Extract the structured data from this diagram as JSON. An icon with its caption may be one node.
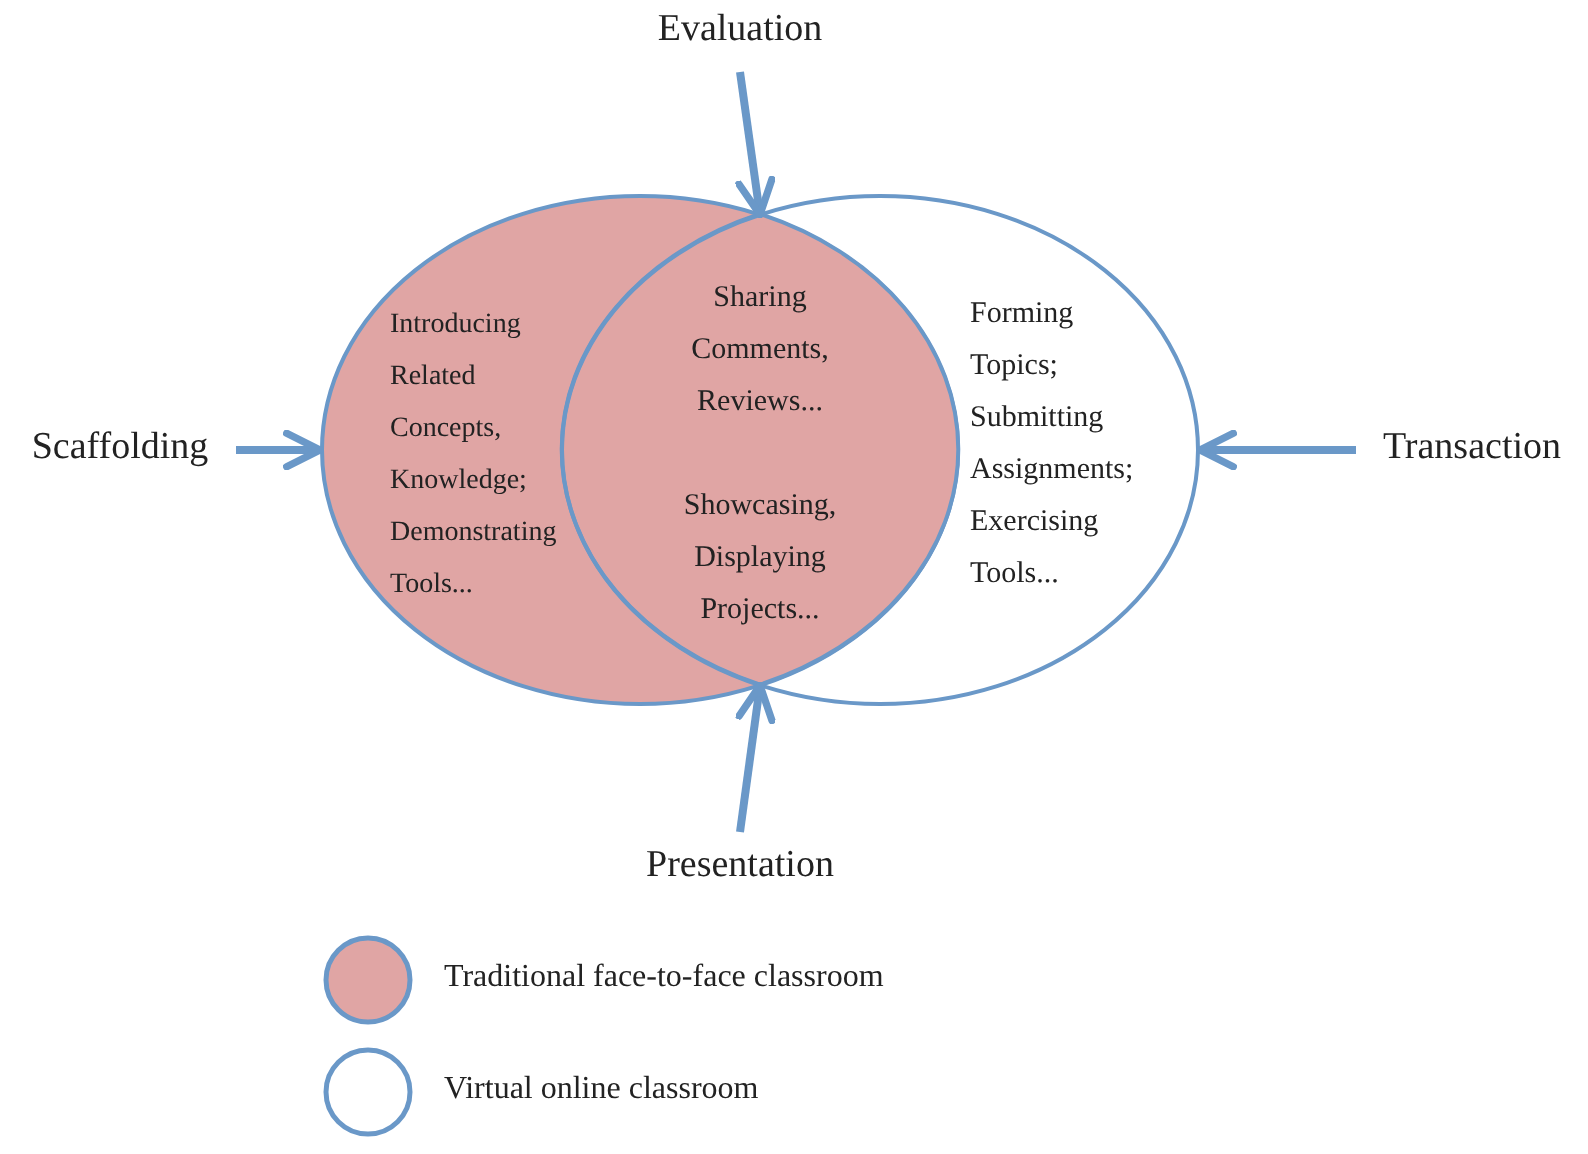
{
  "diagram": {
    "nodes": [
      {
        "text": [
          "Evaluation"
        ]
      },
      {
        "text": [
          "Scaffolding"
        ]
      },
      {
        "text": [
          "Introducing Related Concepts, Knowledge; Demonstrating Tools..."
        ]
      },
      {
        "text": [
          "Sharing Comments, Reviews...",
          "Showcasing, Displaying Projects..."
        ]
      },
      {
        "text": [
          "Forming Topics; Submitting Assignments; Exercising Tools..."
        ]
      },
      {
        "text": [
          "Transaction"
        ]
      },
      {
        "text": [
          "Presentation"
        ]
      }
    ],
    "edges": [
      {
        "from": 0,
        "to": 3,
        "arrow": "to"
      },
      {
        "from": 1,
        "to": 2,
        "arrow": "to"
      },
      {
        "from": 5,
        "to": 4,
        "arrow": "to"
      },
      {
        "from": 6,
        "to": 3,
        "arrow": "to"
      }
    ],
    "legend": [
      {
        "text": "Traditional face-to-face classroom",
        "color": "#e0a5a4"
      },
      {
        "text": "Virtual online classroom"
      }
    ]
  }
}
